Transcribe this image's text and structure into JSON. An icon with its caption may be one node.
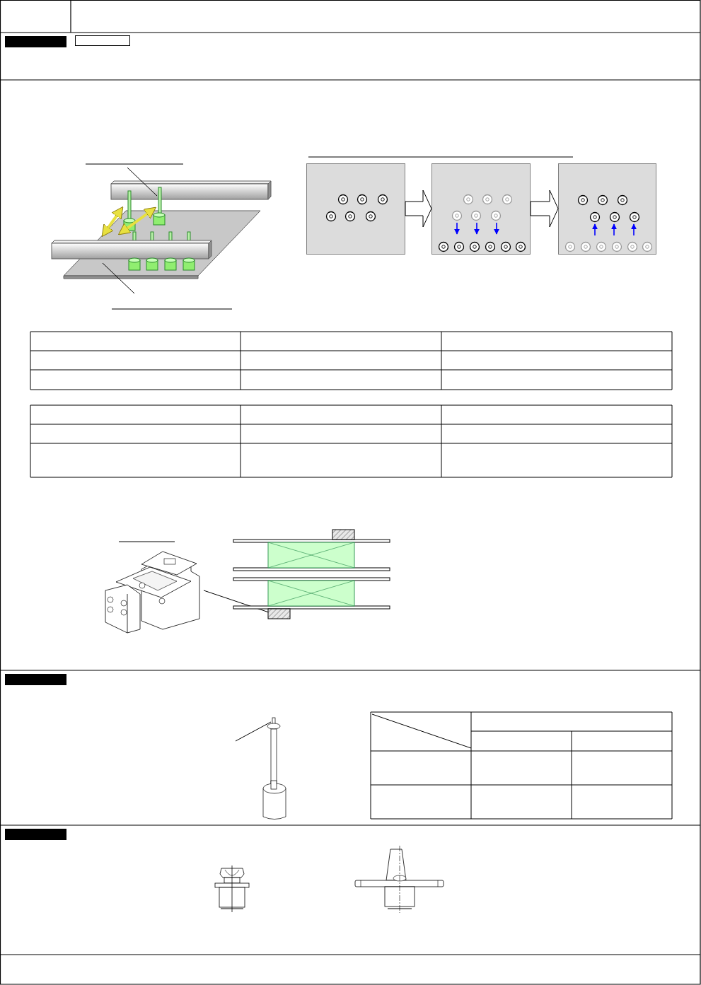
{
  "diagram": {
    "nodes": [
      {
        "text": [],
        "shape": "bar"
      },
      {
        "text": [],
        "shape": "box"
      },
      {
        "text": [],
        "shape": "box"
      },
      {
        "text": [],
        "shape": "box"
      },
      {
        "text": [],
        "shape": "box"
      },
      {
        "text": [],
        "shape": "bar"
      },
      {
        "text": [],
        "shape": "bar"
      }
    ],
    "edges": [
      {
        "from": 2,
        "to": 3,
        "arrow": "to"
      },
      {
        "from": 3,
        "to": 4,
        "arrow": "to"
      }
    ]
  }
}
